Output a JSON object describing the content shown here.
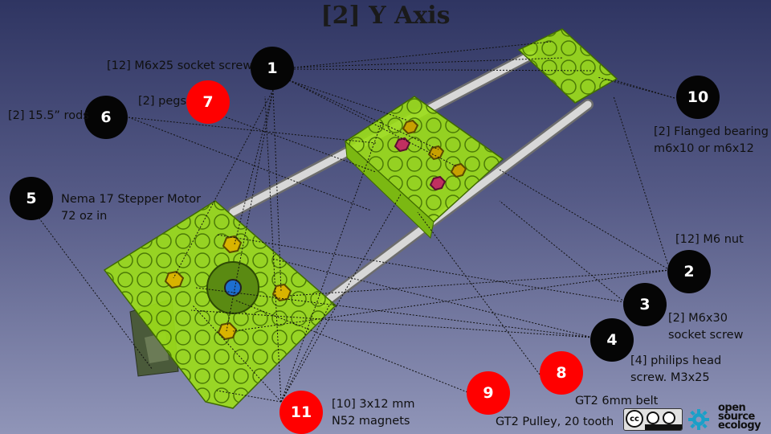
{
  "title": "[2] Y Axis",
  "callouts": [
    {
      "num": "1",
      "color": "black",
      "label": [
        "[12] M6x25 socket screw"
      ]
    },
    {
      "num": "2",
      "color": "black",
      "label": [
        "[12] M6 nut"
      ]
    },
    {
      "num": "3",
      "color": "black",
      "label": [
        "[2] M6x30",
        "socket screw"
      ]
    },
    {
      "num": "4",
      "color": "black",
      "label": [
        "[4] philips head",
        "screw. M3x25"
      ]
    },
    {
      "num": "5",
      "color": "black",
      "label": [
        "Nema 17 Stepper Motor",
        "72 oz in"
      ]
    },
    {
      "num": "6",
      "color": "black",
      "label": [
        "[2] 15.5” rods"
      ]
    },
    {
      "num": "7",
      "color": "red",
      "label": [
        "[2] pegs"
      ]
    },
    {
      "num": "8",
      "color": "red",
      "label": [
        "GT2 6mm belt"
      ]
    },
    {
      "num": "9",
      "color": "red",
      "label": [
        "GT2 Pulley, 20 tooth"
      ]
    },
    {
      "num": "10",
      "color": "black",
      "label": [
        "[2] Flanged bearing",
        "m6x10 or m6x12"
      ]
    },
    {
      "num": "11",
      "color": "red",
      "label": [
        "[10] 3x12 mm",
        "N52 magnets"
      ]
    }
  ],
  "logos": {
    "license_badge": "cc by sa",
    "license_icon": "creative-commons-icon",
    "ose_icon": "gear-icon",
    "ose_lines": [
      "open",
      "source",
      "ecology"
    ]
  },
  "colors": {
    "badge_black": "#050505",
    "badge_red": "#ff0000",
    "part_green": "#9bdc1a",
    "rod": "#c9c9c9"
  }
}
